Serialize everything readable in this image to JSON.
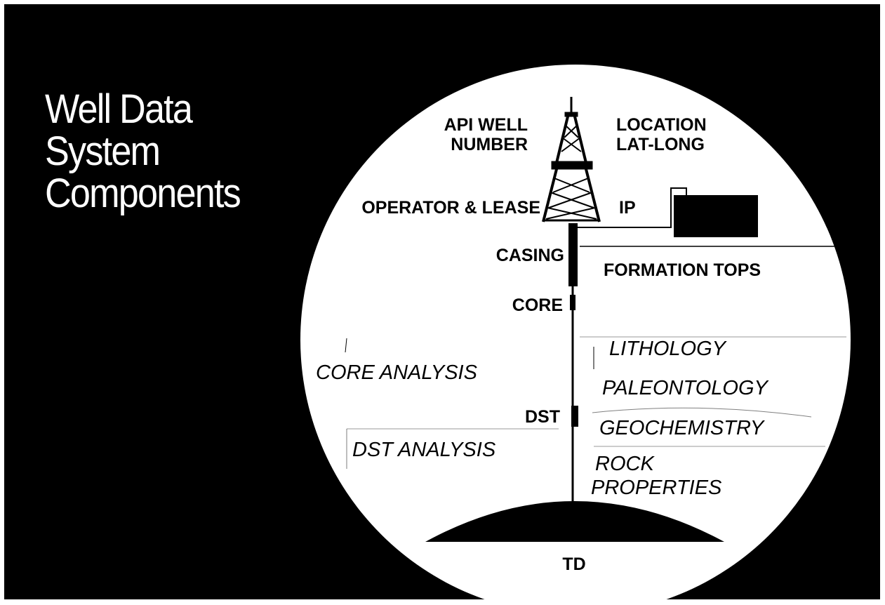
{
  "title": {
    "line1": "Well Data",
    "line2": "System",
    "line3": "Components"
  },
  "labels": {
    "api_line1": "API WELL",
    "api_line2": "NUMBER",
    "location_line1": "LOCATION",
    "location_line2": "LAT-LONG",
    "operator": "OPERATOR & LEASE",
    "ip": "IP",
    "casing": "CASING",
    "formation_tops": "FORMATION TOPS",
    "core": "CORE",
    "lithology": "LITHOLOGY",
    "core_analysis": "CORE ANALYSIS",
    "paleontology": "PALEONTOLOGY",
    "dst": "DST",
    "geochemistry": "GEOCHEMISTRY",
    "dst_analysis": "DST ANALYSIS",
    "rock_line1": "ROCK",
    "rock_line2": "PROPERTIES",
    "td": "TD"
  },
  "colors": {
    "background": "#000000",
    "circle": "#ffffff",
    "ink": "#000000"
  }
}
